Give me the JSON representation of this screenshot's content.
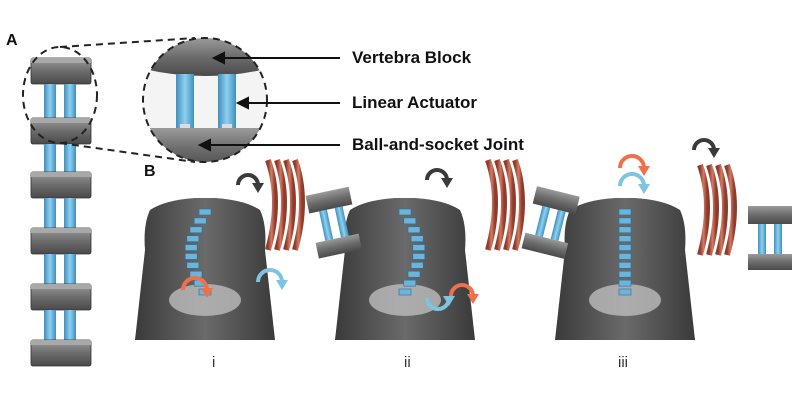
{
  "panels": {
    "a": "A",
    "b": "B"
  },
  "callouts": {
    "vertebra": "Vertebra Block",
    "actuator": "Linear Actuator",
    "joint": "Ball-and-socket Joint"
  },
  "sublabels": [
    "i",
    "ii",
    "iii"
  ],
  "colors": {
    "block": "#6f6f6f",
    "actuator": "#6db4dc",
    "body": "#505050",
    "muscle": "#c0604c",
    "arrow_orange": "#f0704a",
    "arrow_blue": "#7cc4e2",
    "arrow_dark": "#3a3a3a"
  }
}
